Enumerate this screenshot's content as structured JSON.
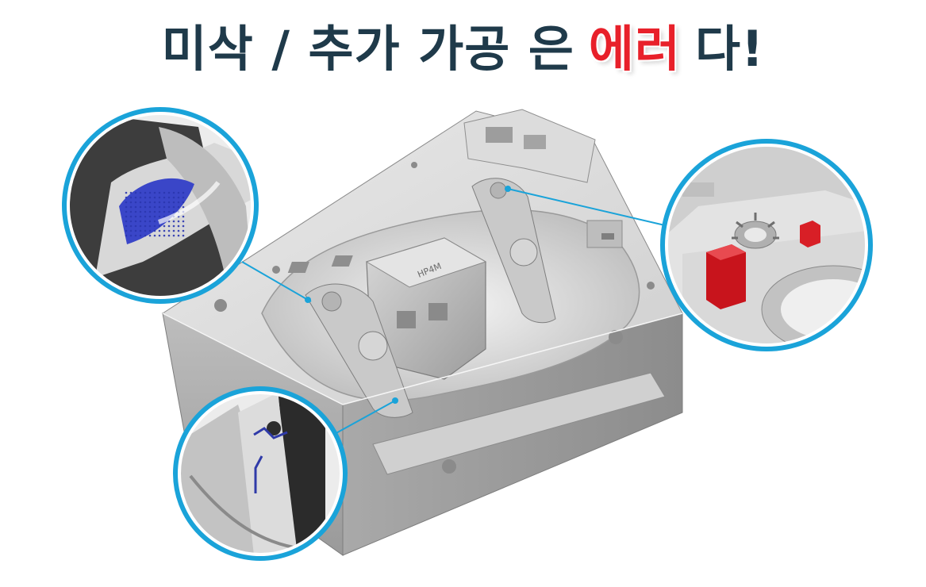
{
  "headline": {
    "part1": "미삭 / 추가 가공 은",
    "highlight": "에러",
    "part2": "다!"
  },
  "mold_label": "HP4M",
  "colors": {
    "title": "#1f3a4a",
    "highlight": "#e8202a",
    "callout_ring": "#1aa3d9",
    "unmachined_marker": "#3b46c4",
    "extra_machining_marker": "#d81f26"
  },
  "callouts": [
    {
      "name": "callout-unmachined-surface",
      "marker_color": "unmachined_marker"
    },
    {
      "name": "callout-extra-machining",
      "marker_color": "extra_machining_marker"
    },
    {
      "name": "callout-unmachined-edge",
      "marker_color": "unmachined_marker"
    }
  ]
}
